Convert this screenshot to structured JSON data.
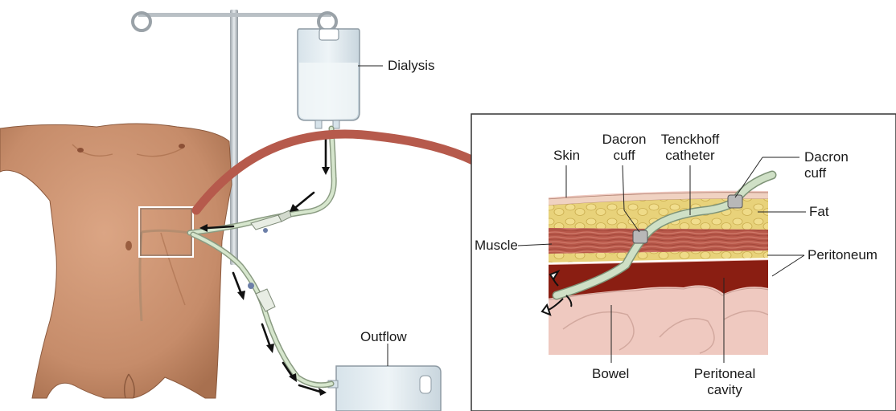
{
  "labels": {
    "dialysis": "Dialysis",
    "outflow": "Outflow",
    "skin": "Skin",
    "dacron_cuff_1_line1": "Dacron",
    "dacron_cuff_1_line2": "cuff",
    "tenckhoff_line1": "Tenckhoff",
    "tenckhoff_line2": "catheter",
    "dacron_cuff_2_line1": "Dacron",
    "dacron_cuff_2_line2": "cuff",
    "fat": "Fat",
    "muscle": "Muscle",
    "peritoneum": "Peritoneum",
    "bowel": "Bowel",
    "peritoneal_cavity_line1": "Peritoneal",
    "peritoneal_cavity_line2": "cavity"
  },
  "colors": {
    "skin_tone": "#c89070",
    "fat_layer": "#e8d27a",
    "muscle_layer": "#b8584a",
    "peritoneal_cavity": "#8a1e12",
    "bowel": "#efc9c0",
    "tubing": "#cfe0c6",
    "callout_arrow": "#b65a4c",
    "flow_arrows": "#111111"
  }
}
